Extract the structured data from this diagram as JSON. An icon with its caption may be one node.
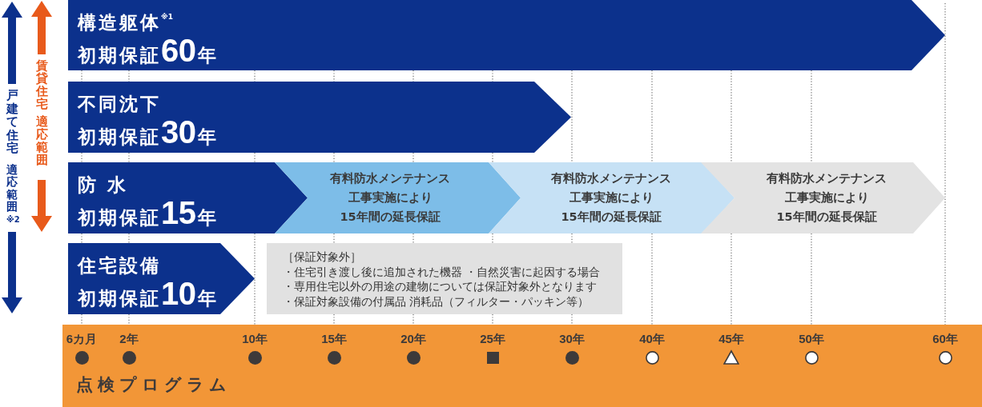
{
  "diagram": {
    "nodes": [
      {
        "text": [
          "構造躯体$^{※1}$",
          "初期保証60年"
        ]
      },
      {
        "text": [
          "不同沈下",
          "初期保証30年"
        ]
      },
      {
        "text": [
          "防 水",
          "初期保証15年"
        ]
      },
      {
        "text": [
          "有料防水メンテナンス",
          "工事実施により",
          "15年間の延長保証"
        ]
      },
      {
        "text": [
          "有料防水メンテナンス",
          "工事実施により",
          "15年間の延長保証"
        ]
      },
      {
        "text": [
          "有料防水メンテナンス",
          "工事実施により",
          "15年間の延長保証"
        ]
      },
      {
        "text": [
          "住宅設備",
          "初期保証10年"
        ]
      },
      {
        "text": [
          "［保証対象外］",
          "・住宅引き渡し後に追加された機器 ・自然災害に起因する場合",
          "・専用住宅以外の用途の建物については保証対象外となります",
          "・保証対象設備の付属品 消耗品（フィルター・パッキン等）"
        ]
      },
      {
        "text": [
          "6カ月",
          "2年",
          "10年",
          "15年",
          "20年",
          "25年",
          "30年",
          "40年",
          "45年",
          "50年",
          "60年",
          "点検プログラム"
        ]
      }
    ],
    "labels": [
      "戸建て住宅",
      "適応範囲",
      "※2",
      "賃貸住宅",
      "適応範囲"
    ]
  }
}
